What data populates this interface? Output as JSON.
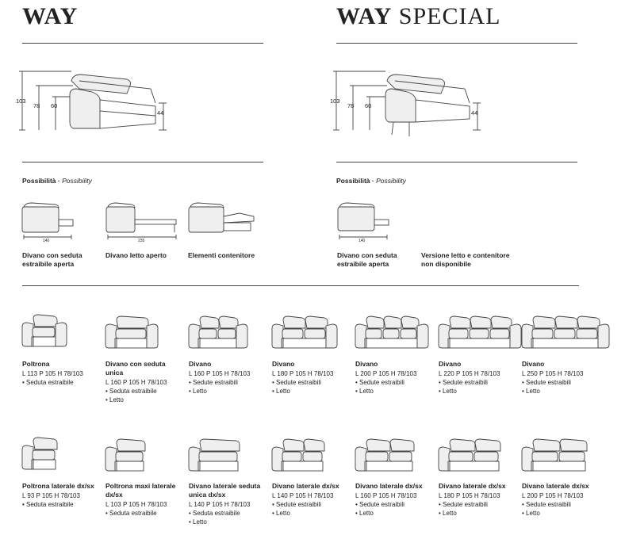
{
  "way": {
    "title": "WAY",
    "dims": [
      "103",
      "78",
      "60",
      "44"
    ],
    "possibility_label": "Possibilità",
    "possibility_en": "Possibility",
    "options": [
      {
        "caption": "Divano con seduta estraibile aperta",
        "measure": "140"
      },
      {
        "caption": "Divano letto aperto",
        "measure": "235"
      },
      {
        "caption": "Elementi contenitore",
        "measure": ""
      }
    ]
  },
  "special": {
    "title_bold": "WAY",
    "title_rest": "SPECIAL",
    "dims": [
      "103",
      "78",
      "60",
      "44"
    ],
    "possibility_label": "Possibilità",
    "possibility_en": "Possibility",
    "options": [
      {
        "caption": "Divano con seduta estraibile aperta",
        "measure": "140"
      },
      {
        "caption": "Versione letto e contenitore non disponibile",
        "measure": ""
      }
    ]
  },
  "row1": [
    {
      "name": "Poltrona",
      "dims": "L 113 P 105 H 78/103",
      "bullets": [
        "• Seduta estraibile"
      ]
    },
    {
      "name": "Divano con seduta unica",
      "dims": "L 160 P 105 H 78/103",
      "bullets": [
        "• Seduta estraibile",
        "• Letto"
      ]
    },
    {
      "name": "Divano",
      "dims": "L 160 P 105 H 78/103",
      "bullets": [
        "• Sedute estraibili",
        "• Letto"
      ]
    },
    {
      "name": "Divano",
      "dims": "L 180 P 105 H 78/103",
      "bullets": [
        "• Sedute estraibili",
        "• Letto"
      ]
    },
    {
      "name": "Divano",
      "dims": "L 200 P 105 H 78/103",
      "bullets": [
        "• Sedute estraibili",
        "• Letto"
      ]
    },
    {
      "name": "Divano",
      "dims": "L 220 P 105 H 78/103",
      "bullets": [
        "• Sedute estraibili",
        "• Letto"
      ]
    },
    {
      "name": "Divano",
      "dims": "L 250 P 105 H 78/103",
      "bullets": [
        "• Sedute estraibili",
        "• Letto"
      ]
    }
  ],
  "row2": [
    {
      "name": "Poltrona laterale dx/sx",
      "dims": "L 93 P 105 H 78/103",
      "bullets": [
        "• Seduta estraibile"
      ]
    },
    {
      "name": "Poltrona maxi laterale dx/sx",
      "dims": "L 103 P 105 H 78/103",
      "bullets": [
        "• Seduta estraibile"
      ]
    },
    {
      "name": "Divano laterale seduta unica dx/sx",
      "dims": "L 140 P 105 H 78/103",
      "bullets": [
        "• Seduta estraibile",
        "• Letto"
      ]
    },
    {
      "name": "Divano laterale dx/sx",
      "dims": "L 140 P 105 H 78/103",
      "bullets": [
        "• Sedute estraibili",
        "• Letto"
      ]
    },
    {
      "name": "Divano laterale dx/sx",
      "dims": "L 160 P 105 H 78/103",
      "bullets": [
        "• Sedute estraibili",
        "• Letto"
      ]
    },
    {
      "name": "Divano laterale dx/sx",
      "dims": "L 180 P 105 H 78/103",
      "bullets": [
        "• Sedute estraibili",
        "• Letto"
      ]
    },
    {
      "name": "Divano laterale dx/sx",
      "dims": "L 200 P 105 H 78/103",
      "bullets": [
        "• Sedute estraibili",
        "• Letto"
      ]
    }
  ]
}
